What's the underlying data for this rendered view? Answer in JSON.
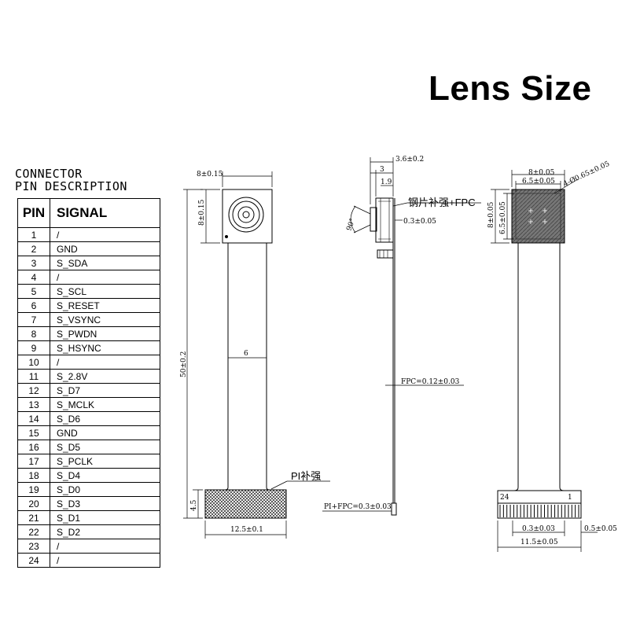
{
  "title": "Lens Size",
  "connector": {
    "title_line1": "CONNECTOR",
    "title_line2": "PIN DESCRIPTION",
    "header_pin": "PIN",
    "header_signal": "SIGNAL",
    "rows": [
      {
        "pin": "1",
        "signal": "/"
      },
      {
        "pin": "2",
        "signal": "GND"
      },
      {
        "pin": "3",
        "signal": "S_SDA"
      },
      {
        "pin": "4",
        "signal": "/"
      },
      {
        "pin": "5",
        "signal": "S_SCL"
      },
      {
        "pin": "6",
        "signal": "S_RESET"
      },
      {
        "pin": "7",
        "signal": "S_VSYNC"
      },
      {
        "pin": "8",
        "signal": "S_PWDN"
      },
      {
        "pin": "9",
        "signal": "S_HSYNC"
      },
      {
        "pin": "10",
        "signal": "/"
      },
      {
        "pin": "11",
        "signal": "S_2.8V"
      },
      {
        "pin": "12",
        "signal": "S_D7"
      },
      {
        "pin": "13",
        "signal": "S_MCLK"
      },
      {
        "pin": "14",
        "signal": "S_D6"
      },
      {
        "pin": "15",
        "signal": "GND"
      },
      {
        "pin": "16",
        "signal": "S_D5"
      },
      {
        "pin": "17",
        "signal": "S_PCLK"
      },
      {
        "pin": "18",
        "signal": "S_D4"
      },
      {
        "pin": "19",
        "signal": "S_D0"
      },
      {
        "pin": "20",
        "signal": "S_D3"
      },
      {
        "pin": "21",
        "signal": "S_D1"
      },
      {
        "pin": "22",
        "signal": "S_D2"
      },
      {
        "pin": "23",
        "signal": "/"
      },
      {
        "pin": "24",
        "signal": "/"
      }
    ]
  },
  "front_view": {
    "dim_width": "8±0.15",
    "dim_height": "8±0.15",
    "dim_length": "50±0.2",
    "dim_ribbon": "6",
    "label_stiffener": "PI补强",
    "dim_stiffener_height": "4.5",
    "dim_stiffener_width": "12.5±0.1"
  },
  "side_view": {
    "dim_total": "3.6±0.2",
    "dim_3": "3",
    "dim_1_9": "1.9",
    "dim_angle": "90°",
    "label_steel": "钢片补强+FPC",
    "dim_steel": "0.3±0.05",
    "dim_fpc": "FPC=0.12±0.03",
    "dim_pi_fpc": "PI+FPC=0.3±0.03"
  },
  "back_view": {
    "dim_width": "8±0.05",
    "dim_inner": "6.5±0.05",
    "dim_holes": "4-Ø0.65±0.05",
    "dim_height": "8±0.05",
    "dim_inner_height": "6.5±0.05",
    "pin_left": "24",
    "pin_right": "1",
    "dim_pitch": "0.3±0.03",
    "dim_pad": "0.5±0.05",
    "dim_connector": "11.5±0.05"
  }
}
